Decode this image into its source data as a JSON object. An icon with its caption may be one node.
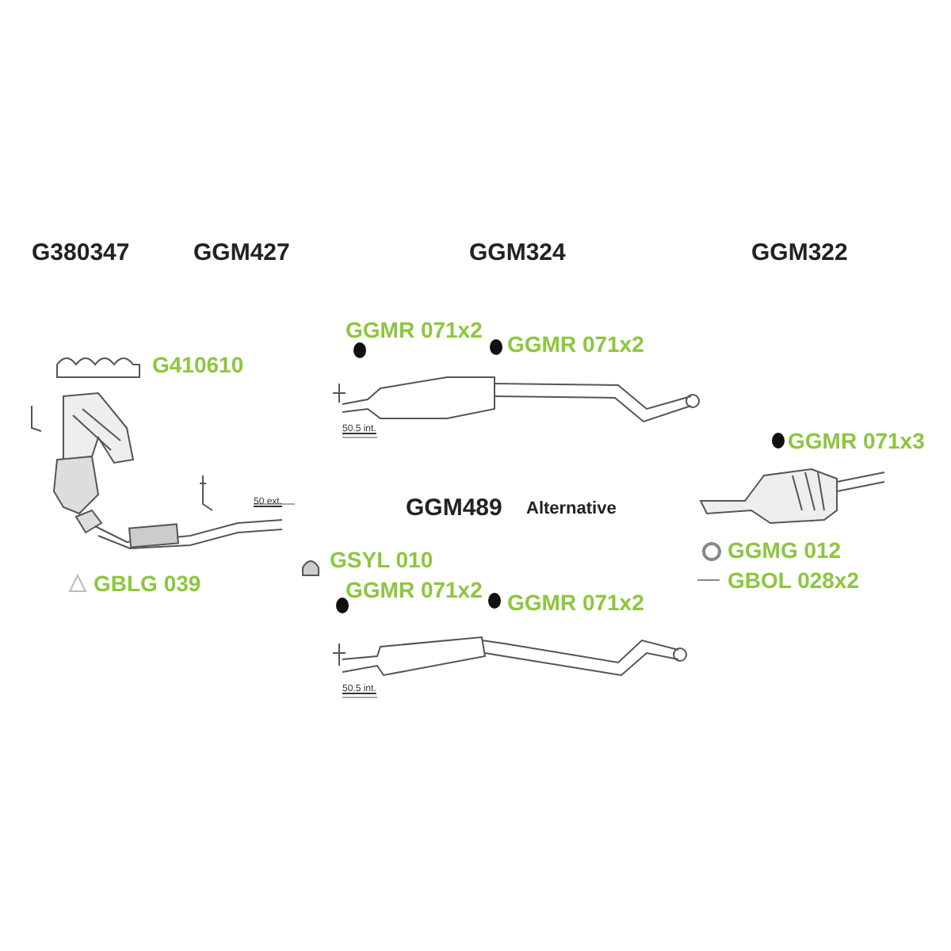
{
  "diagram": {
    "labels": [
      "G380347",
      "GGM427",
      "GGM324",
      "GGM322",
      "GGMR 071x2",
      "G410610",
      "GGMR 071x2",
      "50.5 int.",
      "GGMR 071x3",
      "50 ext.",
      "GGM489",
      "Alternative",
      "GGMG 012",
      "GSYL 010",
      "GBLG 039",
      "GBOL 028x2",
      "GGMR 071x2",
      "GGMR 071x2",
      "50.5 int."
    ]
  }
}
